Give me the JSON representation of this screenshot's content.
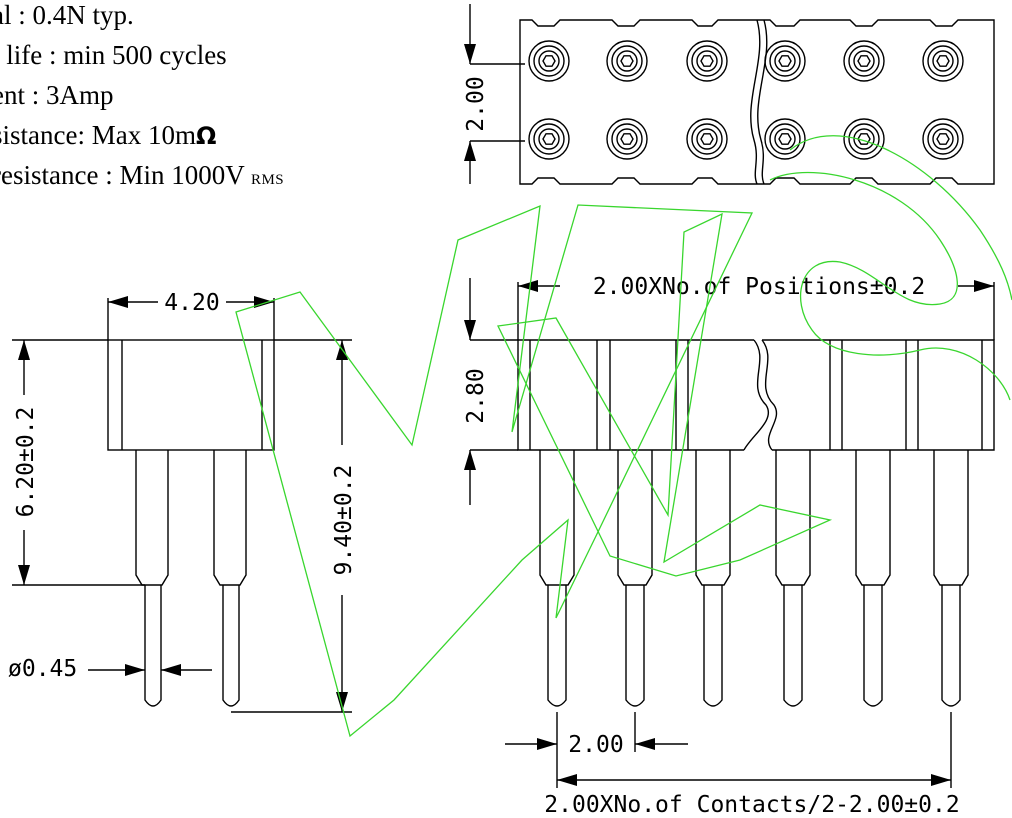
{
  "specs": {
    "line1": "al : 0.4N typ.",
    "line2": "l life : min 500 cycles",
    "line3": "ent : 3Amp",
    "line4_text": "sistance: Max 10m",
    "line4_symbol": "Ω",
    "line5_text": "resistance : Min 1000V",
    "line5_sub": "RMS"
  },
  "dimensions": {
    "row_pitch": "2.00",
    "overall_length": "2.00XNo.of Positions±0.2",
    "body_width": "4.20",
    "body_height": "6.20±0.2",
    "total_height": "9.40±0.2",
    "pin_diameter": "ø0.45",
    "insulator_height": "2.80",
    "pin_pitch": "2.00",
    "pin_span": "2.00XNo.of Contacts/2-2.00±0.2"
  },
  "colors": {
    "line": "#000000",
    "watermark": "#39d62e"
  }
}
